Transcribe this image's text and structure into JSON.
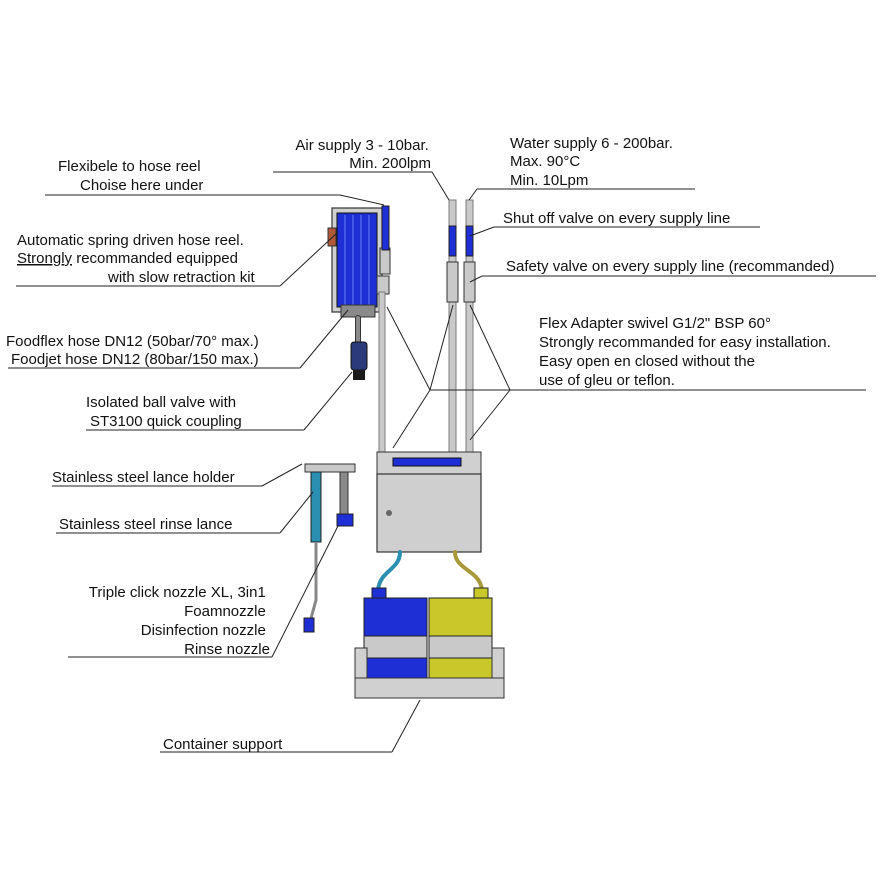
{
  "colors": {
    "blue": "#1f2fd6",
    "steel": "#c9c9c9",
    "steel_dark": "#7a7a7a",
    "yellow": "#c8c82a",
    "teal": "#2a8fb0",
    "hose_yellow": "#a89a3a"
  },
  "labels": {
    "flex_hose": [
      "Flexibele to hose reel",
      "Choise here under"
    ],
    "hose_reel": [
      "Automatic spring driven hose reel.",
      "Strongly",
      " recommanded equipped",
      "with slow retraction kit"
    ],
    "hose_types": [
      "Foodflex hose DN12 (50bar/70° max.)",
      "Foodjet hose DN12 (80bar/150 max.)"
    ],
    "ball_valve": [
      "Isolated ball valve with",
      "ST3100 quick coupling"
    ],
    "lance_holder": "Stainless steel lance holder",
    "rinse_lance": "Stainless steel rinse lance",
    "nozzle": [
      "Triple click nozzle XL, 3in1",
      "Foamnozzle",
      "Disinfection nozzle",
      "Rinse nozzle"
    ],
    "container_support": "Container support",
    "air_supply": [
      "Air supply 3 - 10bar.",
      "Min. 200lpm"
    ],
    "water_supply": [
      "Water supply 6 - 200bar.",
      "Max. 90°C",
      "Min. 10Lpm"
    ],
    "shutoff_valve": "Shut off valve on every supply line",
    "safety_valve": "Safety valve on every supply line (recommanded)",
    "flex_adapter": [
      "Flex Adapter swivel G1/2\" BSP 60°",
      "Strongly recommanded for easy installation.",
      "Easy open en closed without the",
      "use of gleu or teflon."
    ]
  }
}
